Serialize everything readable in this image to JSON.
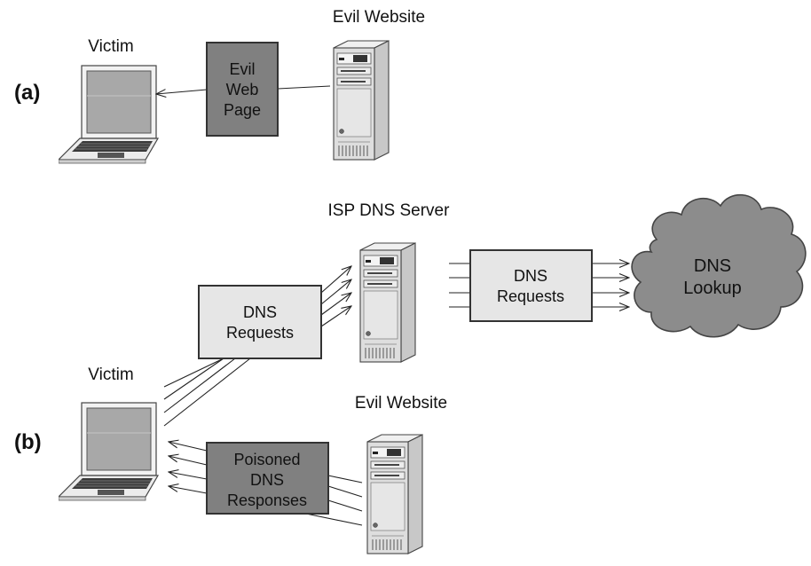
{
  "panel_a": {
    "label": "(a)",
    "victim_label": "Victim",
    "server_label": "Evil Website",
    "page_box": {
      "line1": "Evil",
      "line2": "Web",
      "line3": "Page"
    }
  },
  "panel_b": {
    "label": "(b)",
    "victim_label": "Victim",
    "isp_server_label": "ISP DNS Server",
    "evil_server_label": "Evil Website",
    "requests_box_1": {
      "line1": "DNS",
      "line2": "Requests"
    },
    "requests_box_2": {
      "line1": "DNS",
      "line2": "Requests"
    },
    "lookup_cloud": {
      "line1": "DNS",
      "line2": "Lookup"
    },
    "poisoned_box": {
      "line1": "Poisoned",
      "line2": "DNS",
      "line3": "Responses"
    }
  },
  "colors": {
    "light_box": "#e6e6e6",
    "dark_box": "#808080",
    "cloud": "#8c8c8c",
    "laptop_screen": "#a8a8a8",
    "server_body": "#dedede"
  }
}
